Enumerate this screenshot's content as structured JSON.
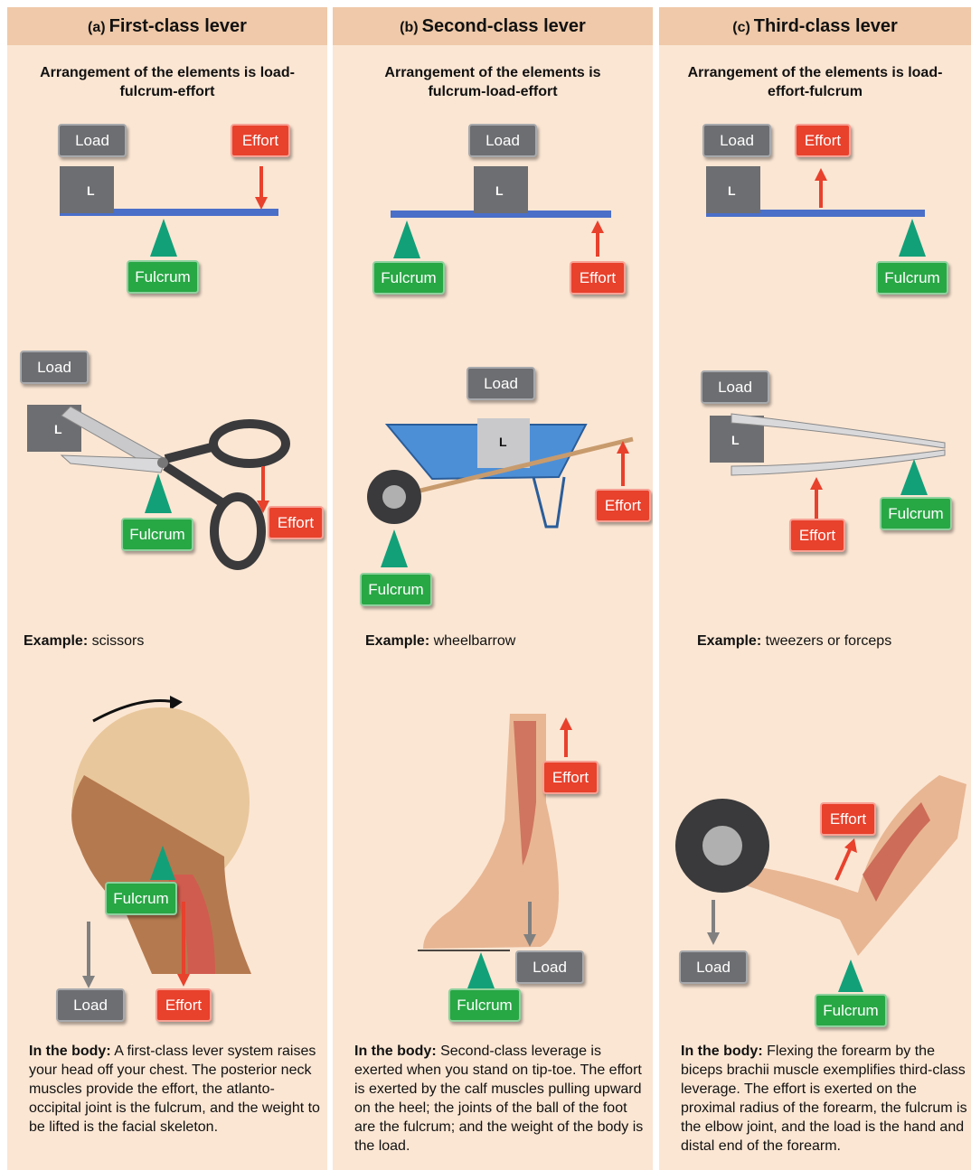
{
  "columns": [
    {
      "letter": "(a)",
      "title": "First-class lever",
      "arrangement": "Arrangement of the elements is load-fulcrum-effort",
      "example_label": "Example:",
      "example_value": "scissors",
      "body_label": "In the body:",
      "body_text": "A first-class lever system raises your head off your chest. The posterior neck muscles provide the effort, the atlanto-occipital joint is the fulcrum, and the weight to be lifted is the facial skeleton."
    },
    {
      "letter": "(b)",
      "title": "Second-class lever",
      "arrangement": "Arrangement of the elements is fulcrum-load-effort",
      "example_label": "Example:",
      "example_value": "wheelbarrow",
      "body_label": "In the body:",
      "body_text": "Second-class leverage is exerted when you stand on tip-toe. The effort is exerted by the calf muscles pulling upward on the heel; the joints of the ball of the foot are the fulcrum; and the weight of the body is the load."
    },
    {
      "letter": "(c)",
      "title": "Third-class lever",
      "arrangement": "Arrangement of the elements is load-effort-fulcrum",
      "example_label": "Example:",
      "example_value": "tweezers or forceps",
      "body_label": "In the body:",
      "body_text": "Flexing the forearm by the biceps brachii muscle exemplifies third-class leverage. The effort is exerted on the proximal radius of the forearm, the fulcrum is the elbow joint, and the load is the hand and distal end of the forearm."
    }
  ],
  "labels": {
    "load": "Load",
    "effort": "Effort",
    "fulcrum": "Fulcrum",
    "box": "L"
  },
  "colors": {
    "header": "#efc9a9",
    "panel": "#fbe6d3",
    "load": "#6d6e71",
    "effort": "#e8412c",
    "fulcrum": "#28a745",
    "beam": "#4a6fc9"
  }
}
